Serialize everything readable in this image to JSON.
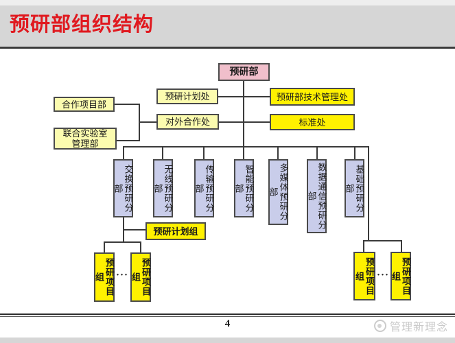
{
  "page": {
    "title": "预研部组织结构",
    "page_number": "4",
    "watermark": "管理新理念"
  },
  "org": {
    "root": "预研部",
    "offices_left": [
      "预研计划处",
      "对外合作处"
    ],
    "offices_right": [
      "预研部技术管理处",
      "标准处"
    ],
    "external_depts": [
      "合作项目部",
      "联合实验室管理部"
    ],
    "divisions": [
      "交换预研分部",
      "无线预研分部",
      "传输预研分部",
      "智能预研分部",
      "多媒体预研分部",
      "数据通信预研分部",
      "基础预研分部"
    ],
    "planning_group": "预研计划组",
    "project_group_label": "预研项目组",
    "ellipsis": "···"
  },
  "colors": {
    "title_red": "#e0191f",
    "root_pink": "#f0bfcb",
    "pale_yellow": "#fbfbaf",
    "bright_yellow": "#fff100",
    "division_lavender": "#c9cdea",
    "line": "#3a3a3a"
  }
}
